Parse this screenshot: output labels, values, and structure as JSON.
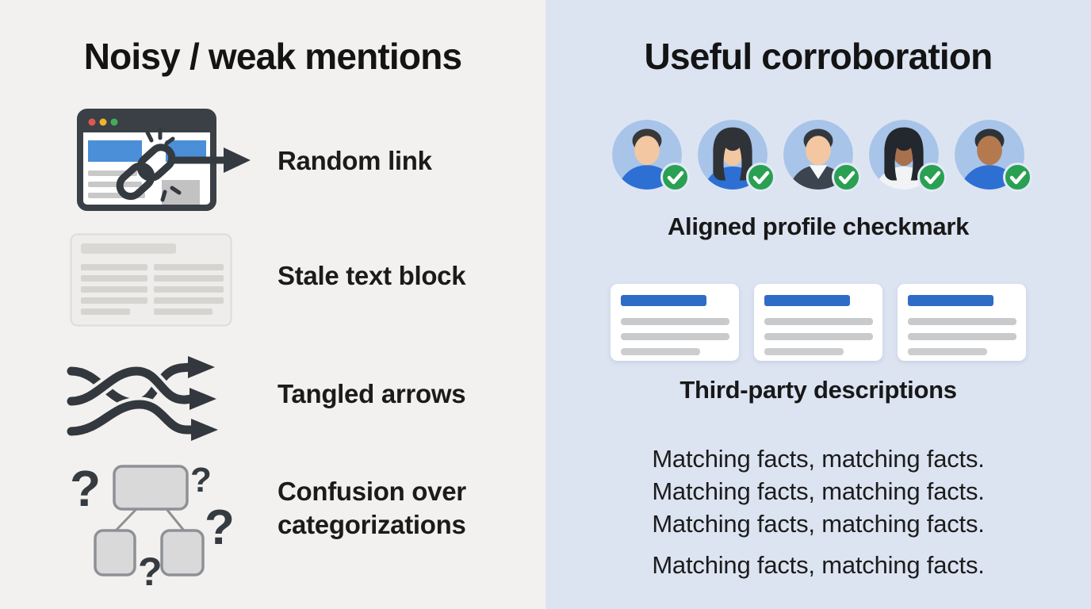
{
  "left_panel": {
    "title": "Noisy / weak mentions",
    "items": [
      {
        "icon": "broken-link-browser-icon",
        "label": "Random link"
      },
      {
        "icon": "stale-text-block-icon",
        "label": "Stale text block"
      },
      {
        "icon": "tangled-arrows-icon",
        "label": "Tangled arrows"
      },
      {
        "icon": "confusion-hierarchy-icon",
        "label": "Confusion over categorizations"
      }
    ]
  },
  "right_panel": {
    "title": "Useful corroboration",
    "profiles": {
      "caption": "Aligned profile checkmark",
      "avatar_count": 5,
      "badge_icon": "green-checkmark-icon"
    },
    "documents": {
      "caption": "Third-party descriptions",
      "card_count": 3
    },
    "facts": {
      "lines": [
        "Matching facts, matching facts.",
        "Matching facts, matching facts.",
        "Matching facts, matching facts.",
        "Matching facts, matching facts."
      ]
    }
  },
  "colors": {
    "left_background": "#f2f1ef",
    "right_background": "#dce4f2",
    "icon_dark": "#363b41",
    "banner_blue": "#4a8fd8",
    "card_title_blue": "#2e6cc6",
    "check_green": "#2aa053",
    "avatar_circle_blue": "#a9c4e9",
    "traffic_red": "#e2574c",
    "traffic_yellow": "#f0b32a",
    "traffic_green": "#42ad58"
  }
}
